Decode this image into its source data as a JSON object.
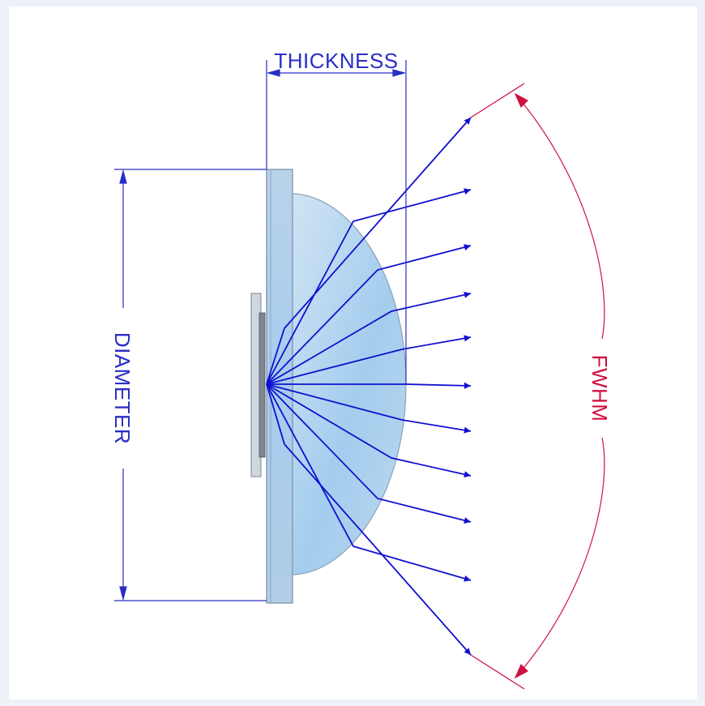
{
  "labels": {
    "thickness": "THICKNESS",
    "diameter": "DIAMETER",
    "fwhm": "FWHM"
  },
  "colors": {
    "dimension": "#2a2fc4",
    "ray": "#1010d0",
    "fwhm": "#d01040",
    "lens_fill": "#a9d3f0",
    "background": "#eef1f8",
    "canvas": "#ffffff"
  },
  "ray_count": 11
}
